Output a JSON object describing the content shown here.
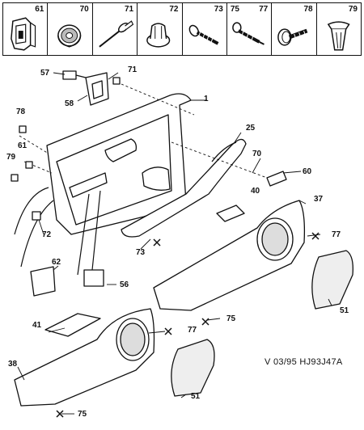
{
  "legend": {
    "items": [
      {
        "label": "61",
        "icon": "clip-cage-nut-icon"
      },
      {
        "label": "70",
        "icon": "sealing-washer-icon"
      },
      {
        "label": "71",
        "icon": "rivet-pin-icon"
      },
      {
        "label": "72",
        "icon": "push-clip-icon"
      },
      {
        "label": "73",
        "icon": "tapping-screw-icon"
      },
      {
        "label": "75",
        "label2": "77",
        "icon": "screw-pair-icon"
      },
      {
        "label": "78",
        "icon": "washer-head-screw-icon"
      },
      {
        "label": "79",
        "icon": "trim-fastener-icon"
      }
    ]
  },
  "callouts": {
    "c1": "1",
    "c25": "25",
    "c37": "37",
    "c38": "38",
    "c40": "40",
    "c41": "41",
    "c51a": "51",
    "c51b": "51",
    "c56": "56",
    "c57": "57",
    "c58": "58",
    "c60": "60",
    "c61": "61",
    "c62": "62",
    "c70": "70",
    "c71": "71",
    "c72": "72",
    "c73": "73",
    "c75a": "75",
    "c75b": "75",
    "c77a": "77",
    "c77b": "77",
    "c78": "78",
    "c79": "79"
  },
  "reference_code": "V 03/95 HJ93J47A"
}
